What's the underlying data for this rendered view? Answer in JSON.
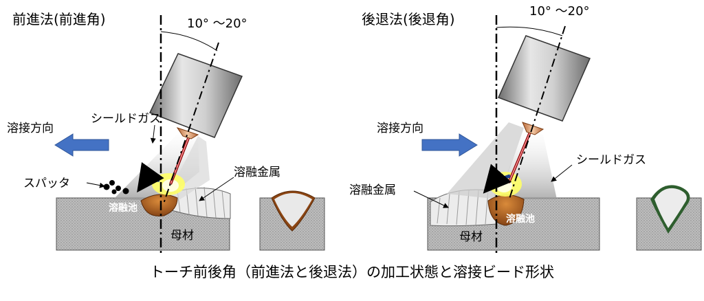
{
  "left": {
    "title": "前進法(前進角)",
    "angle": "10° ～20°",
    "direction": "溶接方向",
    "shield_gas": "シールドガス",
    "spatter": "スパッタ",
    "molten_metal": "溶融金属",
    "pool": "溶融池",
    "base_metal": "母材"
  },
  "right": {
    "title": "後退法(後退角)",
    "angle": "10° ～20°",
    "direction": "溶接方向",
    "shield_gas": "シールドガス",
    "molten_metal": "溶融金属",
    "pool": "溶融池",
    "base_metal": "母材"
  },
  "caption": "トーチ前後角（前進法と後退法）の加工状態と溶接ビード形状",
  "colors": {
    "arrow": "#4472c4",
    "base_metal": "#c8c8c8",
    "torch": "#a9a9a9",
    "pool": "#8b4513",
    "arc": "#ffff00",
    "bead_outline_right": "#2e5e2e"
  }
}
